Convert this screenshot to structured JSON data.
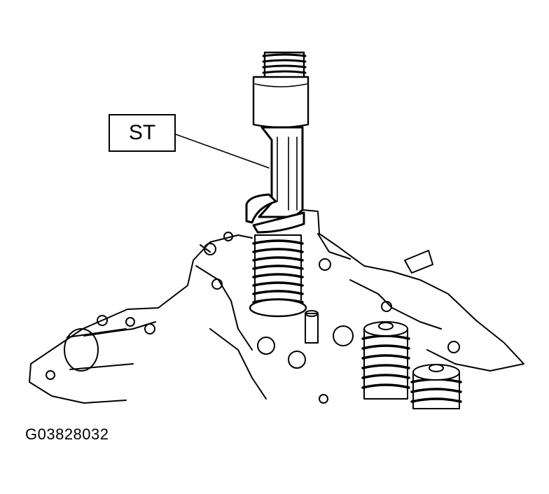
{
  "callout": {
    "label": "ST"
  },
  "figure": {
    "id": "G03828032"
  },
  "colors": {
    "line": "#000000",
    "background": "#ffffff"
  },
  "parts": [
    "special-tool",
    "valve-spring",
    "valve-body",
    "spring-retainer"
  ]
}
